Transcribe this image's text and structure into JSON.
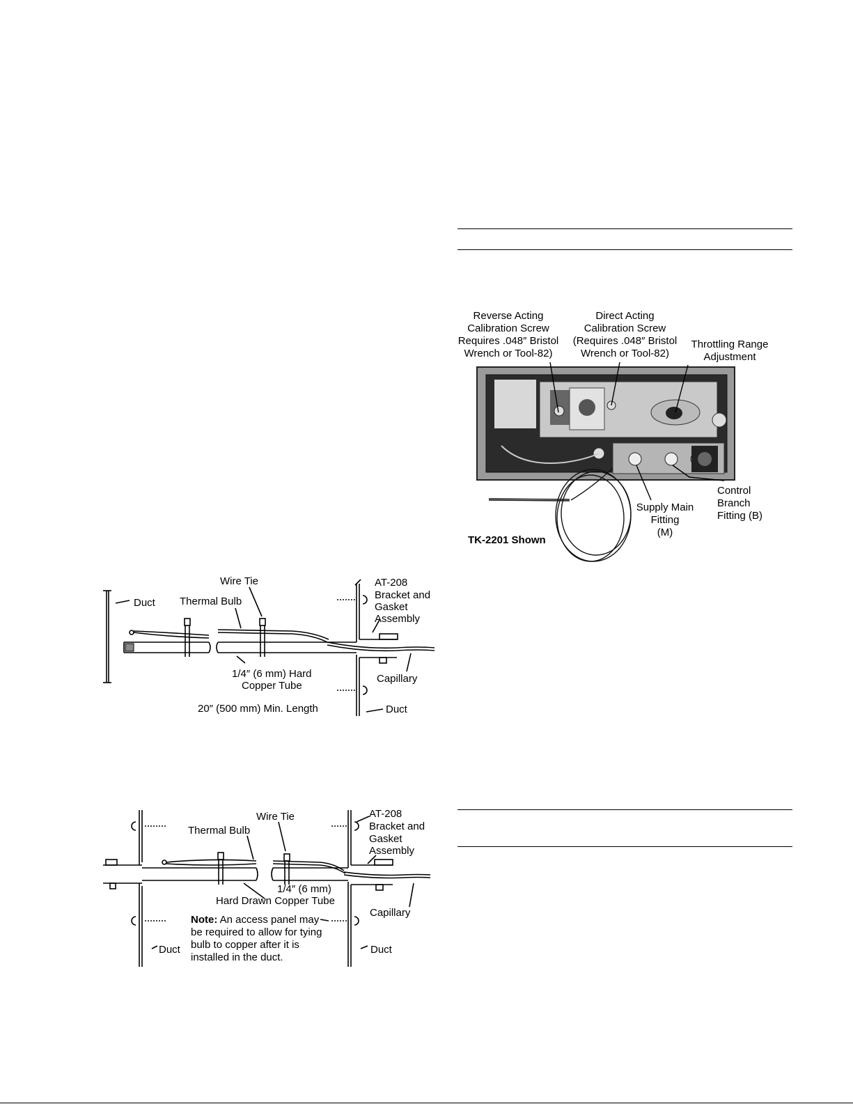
{
  "fig_top": {
    "duct_left": "Duct",
    "wire_tie": "Wire Tie",
    "thermal_bulb": "Thermal Bulb",
    "bracket": [
      "AT-208",
      "Bracket and",
      "Gasket",
      "Assembly"
    ],
    "tube": [
      "1/4″ (6 mm) Hard",
      "Copper Tube"
    ],
    "capillary": "Capillary",
    "min_length": "20″ (500 mm) Min. Length",
    "duct_right": "Duct"
  },
  "fig_bottom": {
    "wire_tie": "Wire Tie",
    "thermal_bulb": "Thermal Bulb",
    "bracket": [
      "AT-208",
      "Bracket and",
      "Gasket",
      "Assembly"
    ],
    "tube_line1": "1/4″ (6 mm)",
    "tube_line2": "Hard Drawn Copper Tube",
    "capillary": "Capillary",
    "note_label": "Note:",
    "note_text": [
      "An access panel may",
      "be required to allow for tying",
      "bulb to copper after it is",
      "installed in the duct."
    ],
    "duct_left": "Duct",
    "duct_right": "Duct"
  },
  "fig_photo": {
    "reverse": [
      "Reverse Acting",
      "Calibration Screw",
      "Requires .048″ Bristol",
      "Wrench or Tool-82)"
    ],
    "direct": [
      "Direct Acting",
      "Calibration Screw",
      "(Requires .048″ Bristol",
      "Wrench or Tool-82)"
    ],
    "throttling": [
      "Throttling Range",
      "Adjustment"
    ],
    "control": [
      "Control",
      "Branch",
      "Fitting (B)"
    ],
    "supply": [
      "Supply Main",
      "Fitting",
      "(M)"
    ],
    "caption": "TK-2201 Shown"
  }
}
